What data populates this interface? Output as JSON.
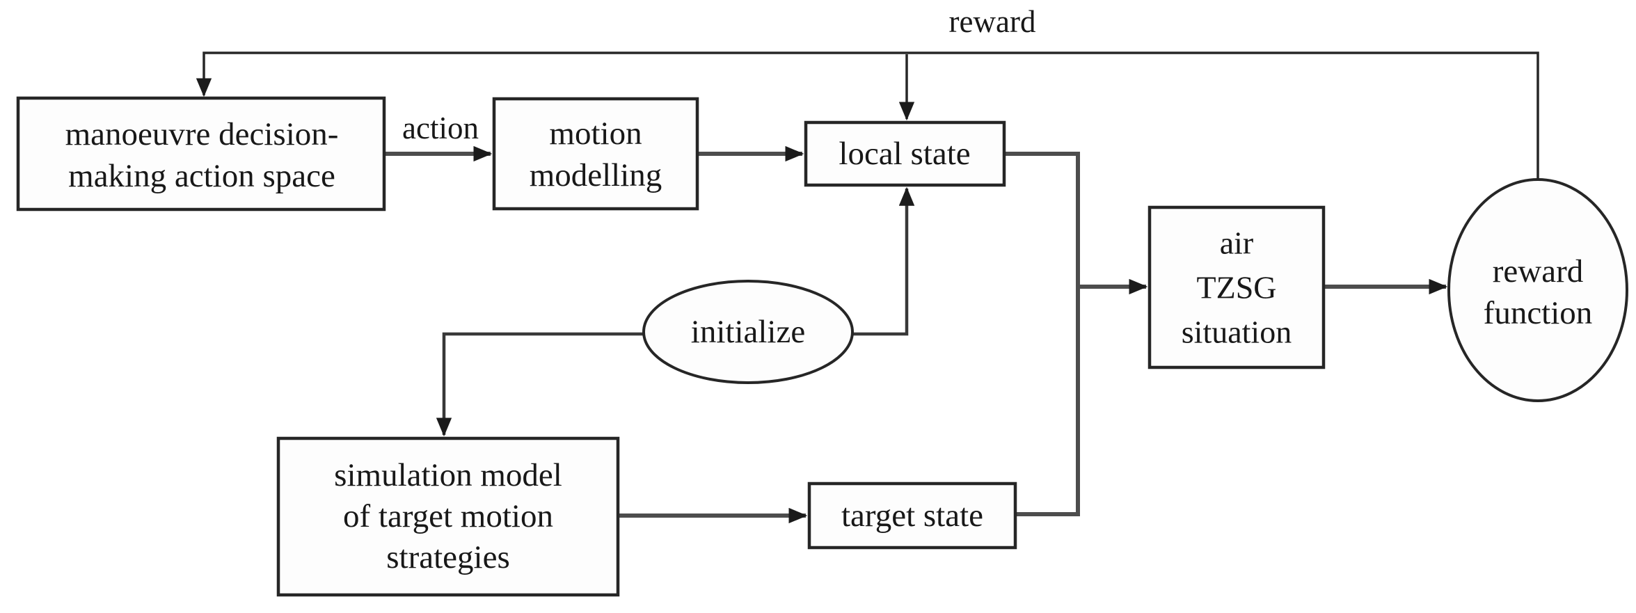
{
  "figure": {
    "type": "flowchart",
    "background": "#ffffff",
    "box_fill": "#fdfdfd",
    "stroke_color": "#262626",
    "text_color": "#181818",
    "arrow_color": "#1b1b1b"
  },
  "nodes": {
    "manoeuvre": {
      "shape": "rect",
      "lines": [
        "manoeuvre decision-",
        "making action space"
      ]
    },
    "motion": {
      "shape": "rect",
      "lines": [
        "motion",
        "modelling"
      ]
    },
    "local_state": {
      "shape": "rect",
      "lines": [
        "local state"
      ]
    },
    "air_tzsg": {
      "shape": "rect",
      "lines": [
        "air",
        "TZSG",
        "situation"
      ]
    },
    "reward_function": {
      "shape": "ellipse",
      "lines": [
        "reward",
        "function"
      ]
    },
    "initialize": {
      "shape": "ellipse",
      "lines": [
        "initialize"
      ]
    },
    "simulation": {
      "shape": "rect",
      "lines": [
        "simulation model",
        "of target motion",
        "strategies"
      ]
    },
    "target_state": {
      "shape": "rect",
      "lines": [
        "target state"
      ]
    }
  },
  "edge_labels": {
    "reward": "reward",
    "action": "action"
  },
  "edges": [
    {
      "from": "reward_function",
      "to": "manoeuvre",
      "label": "reward"
    },
    {
      "from": "reward_function",
      "to": "local_state",
      "label": "reward"
    },
    {
      "from": "manoeuvre",
      "to": "motion",
      "label": "action"
    },
    {
      "from": "motion",
      "to": "local_state",
      "label": ""
    },
    {
      "from": "initialize",
      "to": "local_state",
      "label": ""
    },
    {
      "from": "initialize",
      "to": "simulation",
      "label": ""
    },
    {
      "from": "simulation",
      "to": "target_state",
      "label": ""
    },
    {
      "from": "local_state",
      "to": "air_tzsg",
      "label": ""
    },
    {
      "from": "target_state",
      "to": "air_tzsg",
      "label": ""
    },
    {
      "from": "air_tzsg",
      "to": "reward_function",
      "label": ""
    }
  ]
}
